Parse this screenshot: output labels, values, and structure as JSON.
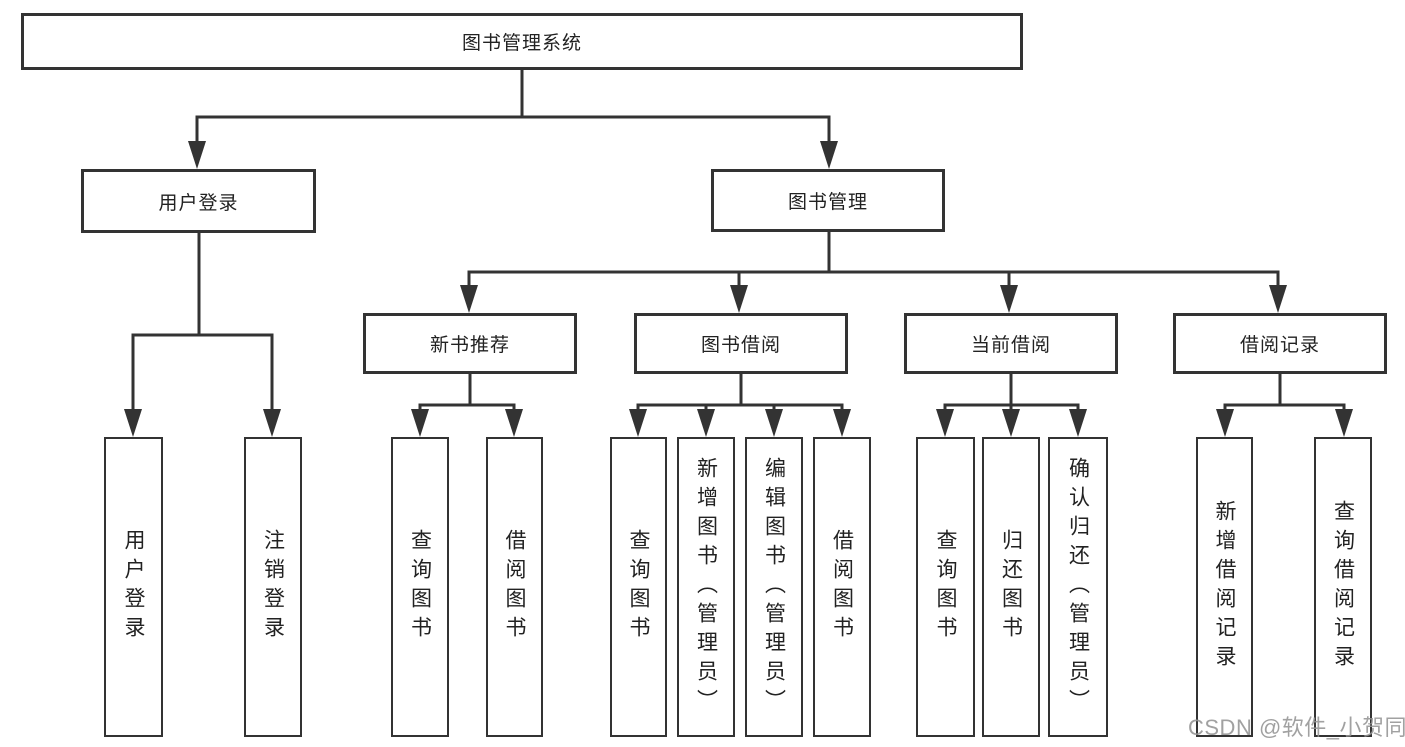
{
  "diagram": {
    "title": "图书管理系统",
    "branches": [
      {
        "label": "用户登录",
        "children": [
          {
            "label": "用户登录"
          },
          {
            "label": "注销登录"
          }
        ]
      },
      {
        "label": "图书管理",
        "children": [
          {
            "label": "新书推荐",
            "children": [
              {
                "label": "查询图书"
              },
              {
                "label": "借阅图书"
              }
            ]
          },
          {
            "label": "图书借阅",
            "children": [
              {
                "label": "查询图书"
              },
              {
                "label": "新增图书（管理员）"
              },
              {
                "label": "编辑图书（管理员）"
              },
              {
                "label": "借阅图书"
              }
            ]
          },
          {
            "label": "当前借阅",
            "children": [
              {
                "label": "查询图书"
              },
              {
                "label": "归还图书"
              },
              {
                "label": "确认归还（管理员）"
              }
            ]
          },
          {
            "label": "借阅记录",
            "children": [
              {
                "label": "新增借阅记录"
              },
              {
                "label": "查询借阅记录"
              }
            ]
          }
        ]
      }
    ]
  },
  "watermark": "CSDN @软件_小贺同学",
  "colors": {
    "line": "#333333",
    "box_border": "#333333",
    "text": "#222222",
    "watermark": "#949494",
    "background": "#ffffff"
  }
}
